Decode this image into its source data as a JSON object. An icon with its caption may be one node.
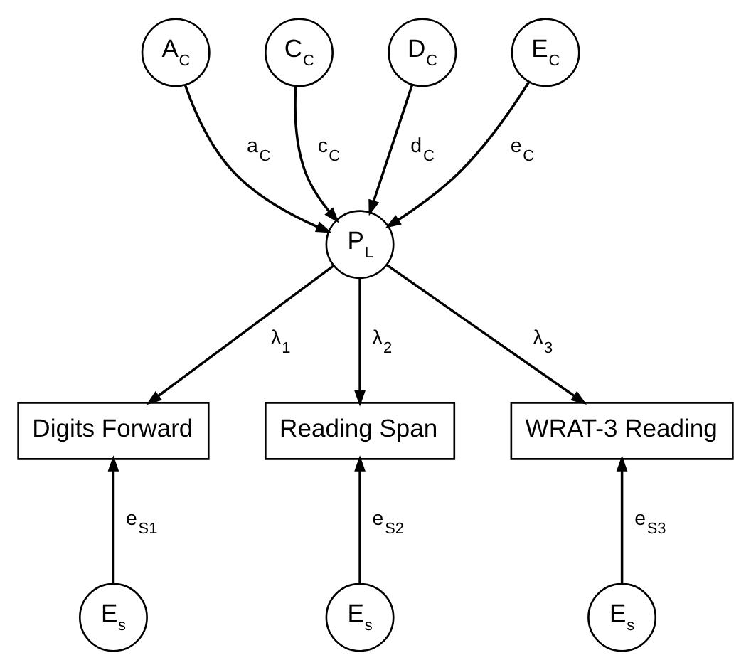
{
  "diagram": {
    "nodes": [
      {
        "text": [
          "A$_{C}$"
        ]
      },
      {
        "text": [
          "C$_{C}$"
        ]
      },
      {
        "text": [
          "D$_{C}$"
        ]
      },
      {
        "text": [
          "E$_{C}$"
        ]
      },
      {
        "text": [
          "P$_{L}$"
        ]
      },
      {
        "text": [
          "Digits Forward"
        ]
      },
      {
        "text": [
          "Reading Span"
        ]
      },
      {
        "text": [
          "WRAT-3 Reading"
        ]
      },
      {
        "text": [
          "E$_{s}$"
        ]
      },
      {
        "text": [
          "E$_{s}$"
        ]
      },
      {
        "text": [
          "E$_{s}$"
        ]
      }
    ],
    "edges": [
      {
        "from": 0,
        "to": 4,
        "arrow": "to",
        "label": "a$_{C}$"
      },
      {
        "from": 1,
        "to": 4,
        "arrow": "to",
        "label": "c$_{C}$"
      },
      {
        "from": 2,
        "to": 4,
        "arrow": "to",
        "label": "d$_{C}$"
      },
      {
        "from": 3,
        "to": 4,
        "arrow": "to",
        "label": "e$_{C}$"
      },
      {
        "from": 4,
        "to": 5,
        "arrow": "to",
        "label": "λ$_{1}$"
      },
      {
        "from": 4,
        "to": 6,
        "arrow": "to",
        "label": "λ$_{2}$"
      },
      {
        "from": 4,
        "to": 7,
        "arrow": "to",
        "label": "λ$_{3}$"
      },
      {
        "from": 8,
        "to": 5,
        "arrow": "to",
        "label": "e$_{S1}$"
      },
      {
        "from": 9,
        "to": 6,
        "arrow": "to",
        "label": "e$_{S2}$"
      },
      {
        "from": 10,
        "to": 7,
        "arrow": "to",
        "label": "e$_{S3}$"
      }
    ]
  }
}
